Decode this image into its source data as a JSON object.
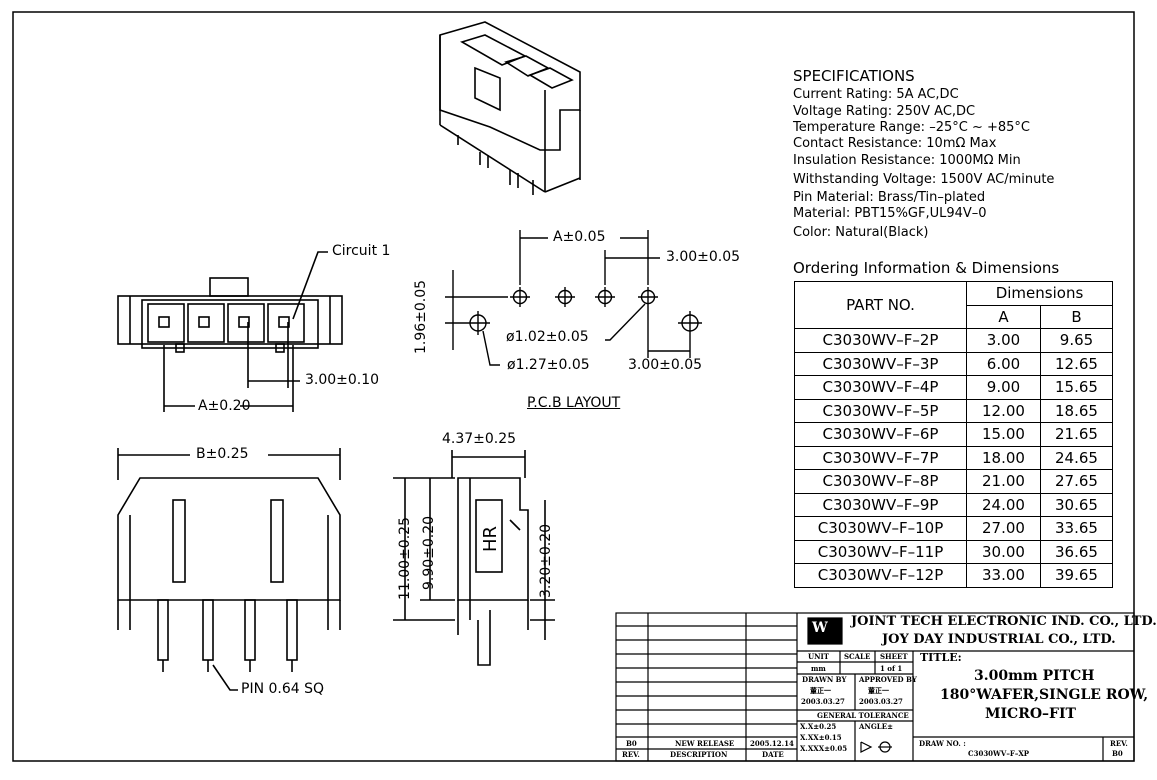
{
  "specifications": {
    "title": "SPECIFICATIONS",
    "lines": [
      "Current Rating: 5A AC,DC",
      "Voltage Rating: 250V AC,DC",
      "Temperature Range: –25°C ~ +85°C",
      "Contact Resistance: 10mΩ Max",
      "Insulation Resistance: 1000MΩ Min",
      "Withstanding Voltage: 1500V AC/minute",
      "Pin Material: Brass/Tin–plated",
      "Material: PBT15%GF,UL94V–0",
      "Color: Natural(Black)"
    ]
  },
  "ordering": {
    "title": "Ordering Information & Dimensions",
    "col_part": "PART NO.",
    "col_dims": "Dimensions",
    "col_a": "A",
    "col_b": "B",
    "rows": [
      [
        "C3030WV–F–2P",
        "3.00",
        "9.65"
      ],
      [
        "C3030WV–F–3P",
        "6.00",
        "12.65"
      ],
      [
        "C3030WV–F–4P",
        "9.00",
        "15.65"
      ],
      [
        "C3030WV–F–5P",
        "12.00",
        "18.65"
      ],
      [
        "C3030WV–F–6P",
        "15.00",
        "21.65"
      ],
      [
        "C3030WV–F–7P",
        "18.00",
        "24.65"
      ],
      [
        "C3030WV–F–8P",
        "21.00",
        "27.65"
      ],
      [
        "C3030WV–F–9P",
        "24.00",
        "30.65"
      ],
      [
        "C3030WV–F–10P",
        "27.00",
        "33.65"
      ],
      [
        "C3030WV–F–11P",
        "30.00",
        "36.65"
      ],
      [
        "C3030WV–F–12P",
        "33.00",
        "39.65"
      ]
    ]
  },
  "labels": {
    "circuit": "Circuit 1",
    "pitch_front": "3.00±0.10",
    "a_front": "A±0.20",
    "pcb_a": "A±0.05",
    "pcb_pitch_top": "3.00±0.05",
    "pcb_vert": "1.96±0.05",
    "hole_small": "ø1.02±0.05",
    "hole_large": "ø1.27±0.05",
    "pcb_pitch_bottom": "3.00±0.05",
    "pcb_layout": "P.C.B LAYOUT",
    "b_dim": "B±0.25",
    "side_width": "4.37±0.25",
    "side_h1": "11.00±0.25",
    "side_h2": "9.90±0.20",
    "side_h3": "3.20±0.20",
    "hr_mark": "HR",
    "pin": "PIN 0.64 SQ"
  },
  "title_block": {
    "company1": "JOINT TECH ELECTRONIC IND. CO., LTD.",
    "company2": "JOY DAY INDUSTRIAL CO., LTD.",
    "unit_label": "UNIT",
    "unit_value": "mm",
    "scale_label": "SCALE",
    "sheet_label": "SHEET",
    "sheet_value": "1 of 1",
    "title_label": "TITLE:",
    "title_line1": "3.00mm PITCH",
    "title_line2": "180°WAFER,SINGLE ROW,",
    "title_line3": "MICRO–FIT",
    "drawn_by_label": "DRAWN BY",
    "drawn_by": "董正一",
    "drawn_date": "2003.03.27",
    "approved_by_label": "APPROVED BY",
    "approved_by": "董正一",
    "approved_date": "2003.03.27",
    "tolerance_label": "GENERAL TOLERANCE",
    "tol1": "X.X±0.25",
    "tol2": "X.XX±0.15",
    "tol3": "X.XXX±0.05",
    "angle_label": "ANGLE±",
    "draw_no_label": "DRAW NO. :",
    "draw_no": "C3030WV–F–XP",
    "rev_label": "REV.",
    "rev_value": "B0",
    "rev_row_rev": "B0",
    "rev_row_desc": "NEW RELEASE",
    "rev_row_date": "2005.12.14",
    "col_rev": "REV.",
    "col_desc": "DESCRIPTION",
    "col_date": "DATE"
  }
}
